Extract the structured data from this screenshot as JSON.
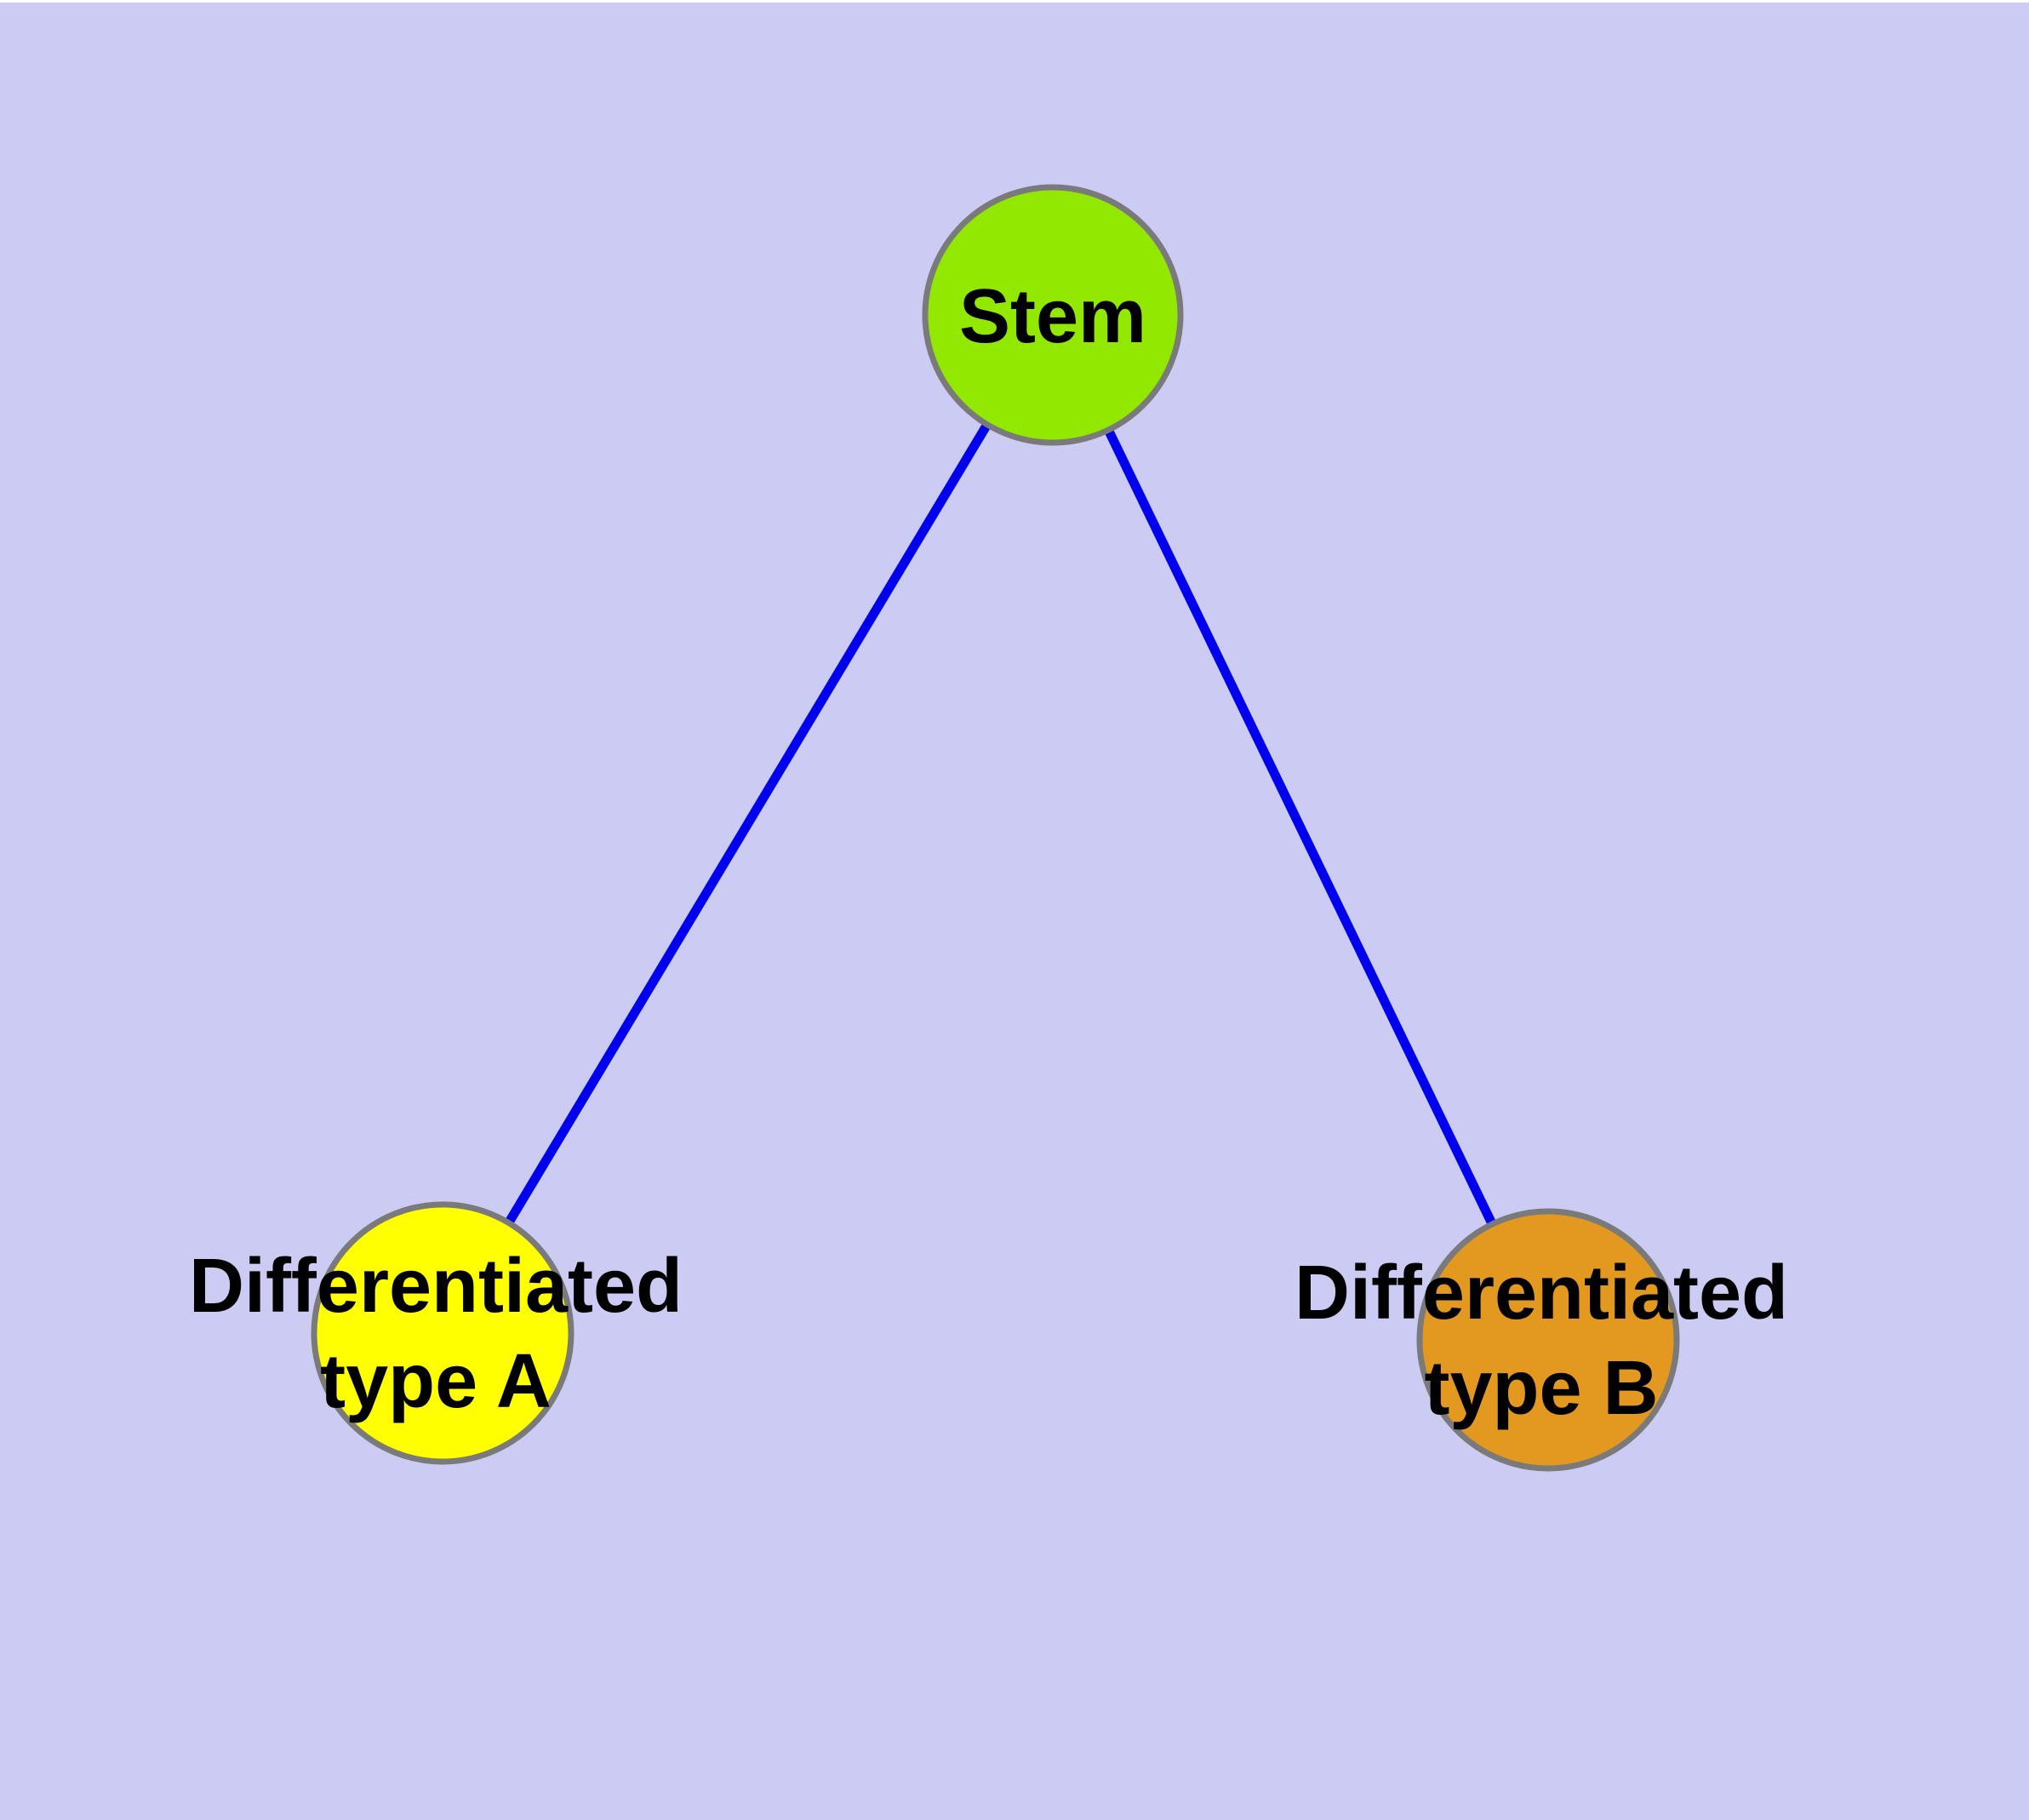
{
  "canvas": {
    "background_color": "#cbcbf4",
    "top_strip_color": "#ffffff"
  },
  "diagram": {
    "type": "node-link-tree",
    "node_border_color": "#7a7a7a",
    "nodes": {
      "stem": {
        "label": "Stem",
        "color": "#93e800"
      },
      "typeA": {
        "label_line1": "Differentiated",
        "label_line2": "type A",
        "color": "#ffff00"
      },
      "typeB": {
        "label_line1": "Differentiated",
        "label_line2": "type B",
        "color": "#e39820"
      }
    },
    "edges": [
      {
        "from": "stem",
        "to": "typeA",
        "color": "#0000ee"
      },
      {
        "from": "stem",
        "to": "typeB",
        "color": "#0000ee"
      }
    ]
  }
}
